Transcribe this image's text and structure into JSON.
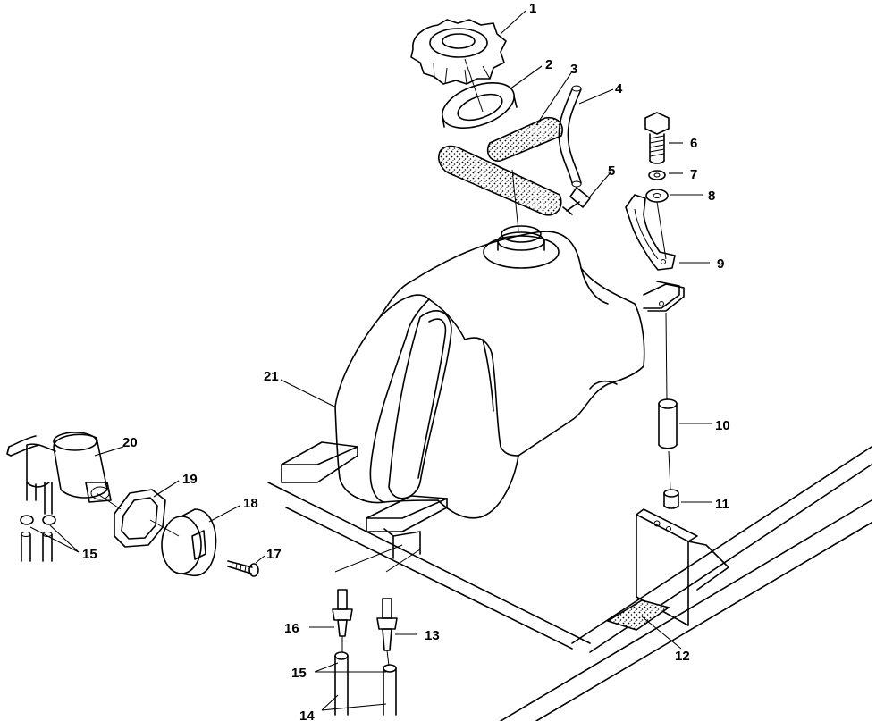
{
  "diagram": {
    "callouts": [
      "1",
      "2",
      "3",
      "4",
      "5",
      "6",
      "7",
      "8",
      "9",
      "10",
      "11",
      "12",
      "13",
      "14",
      "15",
      "15",
      "16",
      "17",
      "18",
      "19",
      "20",
      "21"
    ]
  }
}
